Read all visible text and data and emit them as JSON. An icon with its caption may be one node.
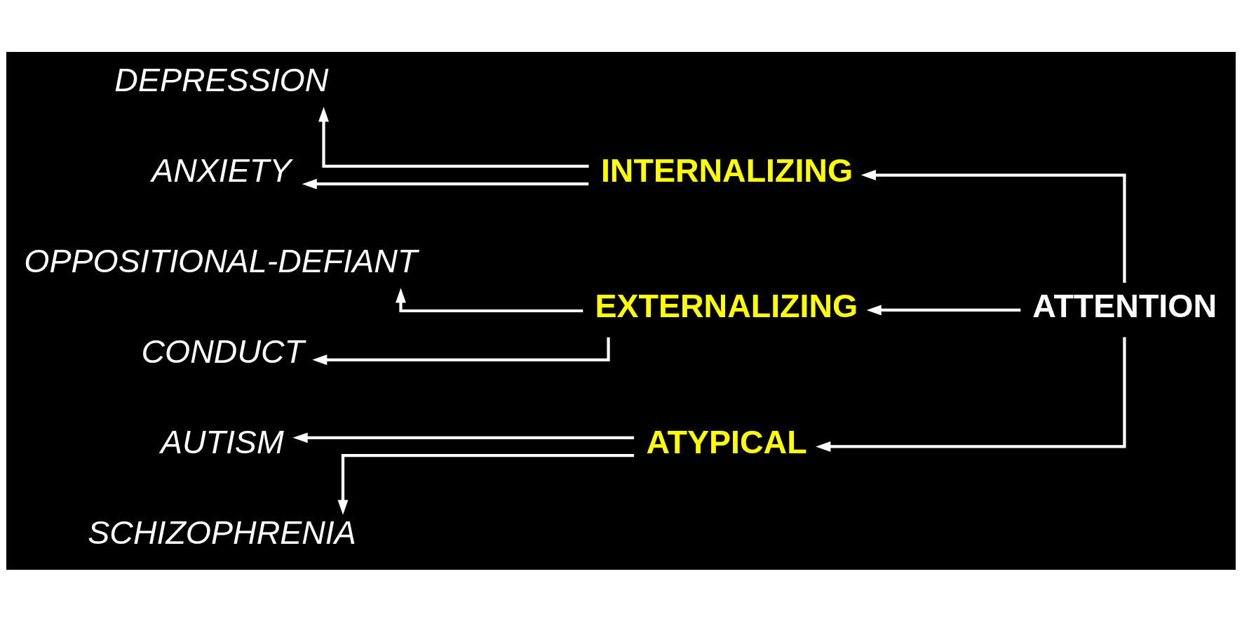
{
  "diagram": {
    "nodes": [
      {
        "text": [
          "DEPRESSION"
        ]
      },
      {
        "text": [
          "INTERNALIZING"
        ]
      },
      {
        "text": [
          "ANXIETY"
        ]
      },
      {
        "text": [
          "OPPOSITIONAL-DEFIANT"
        ]
      },
      {
        "text": [
          "EXTERNALIZING"
        ]
      },
      {
        "text": [
          "ATTENTION"
        ]
      },
      {
        "text": [
          "CONDUCT"
        ]
      },
      {
        "text": [
          "AUTISM"
        ]
      },
      {
        "text": [
          "ATYPICAL"
        ]
      },
      {
        "text": [
          "SCHIZOPHRENIA"
        ]
      }
    ],
    "edges": [
      {
        "from": 5,
        "to": 1,
        "arrow": "to"
      },
      {
        "from": 5,
        "to": 4,
        "arrow": "to"
      },
      {
        "from": 5,
        "to": 8,
        "arrow": "to"
      },
      {
        "from": 1,
        "to": 0,
        "arrow": "to"
      },
      {
        "from": 1,
        "to": 2,
        "arrow": "to"
      },
      {
        "from": 4,
        "to": 3,
        "arrow": "to"
      },
      {
        "from": 4,
        "to": 6,
        "arrow": "to"
      },
      {
        "from": 8,
        "to": 7,
        "arrow": "to"
      },
      {
        "from": 8,
        "to": 9,
        "arrow": "to"
      }
    ]
  }
}
